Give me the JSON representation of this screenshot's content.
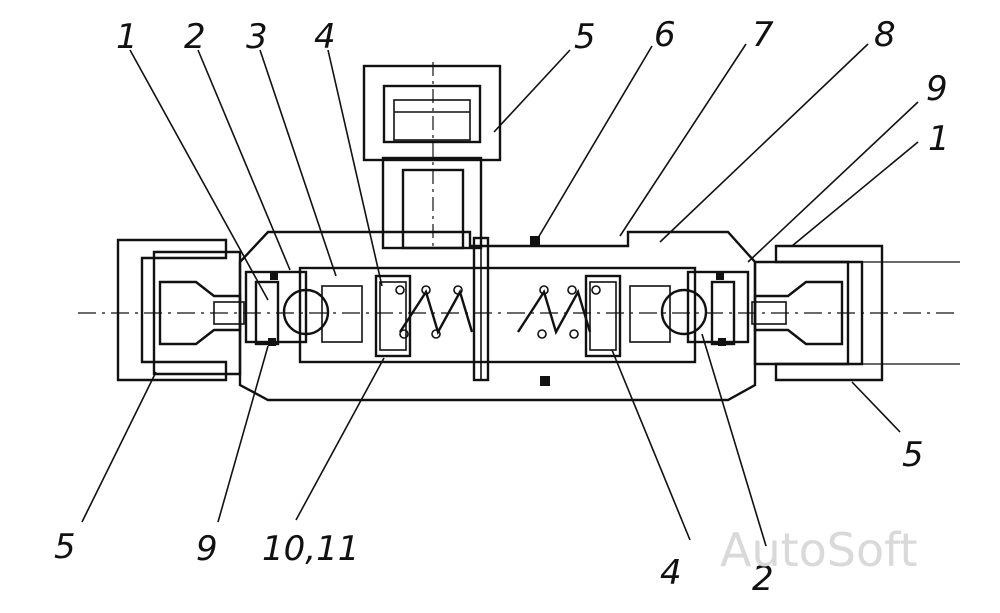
{
  "diagram": {
    "callouts": {
      "top_1": "1",
      "top_2": "2",
      "top_3": "3",
      "top_4": "4",
      "top_5": "5",
      "top_6": "6",
      "top_7": "7",
      "top_8": "8",
      "right_9": "9",
      "right_1": "1",
      "right_5": "5",
      "bottom_5": "5",
      "bottom_9": "9",
      "bottom_10_11": "10,11",
      "bottom_4": "4",
      "bottom_2": "2"
    },
    "watermark": "AutoSoft"
  }
}
